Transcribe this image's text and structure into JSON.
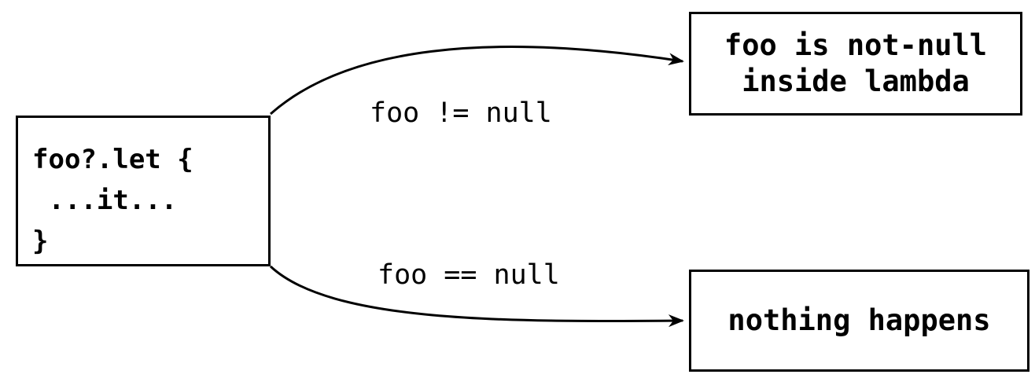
{
  "source": {
    "code_lines": [
      "foo?.let {",
      " ...it...",
      "}"
    ]
  },
  "branches": {
    "not_null": {
      "condition": "foo != null",
      "result_lines": [
        "foo is not-null",
        "inside lambda"
      ]
    },
    "is_null": {
      "condition": "foo == null",
      "result": "nothing happens"
    }
  },
  "colors": {
    "stroke": "#000000",
    "background": "#ffffff"
  }
}
